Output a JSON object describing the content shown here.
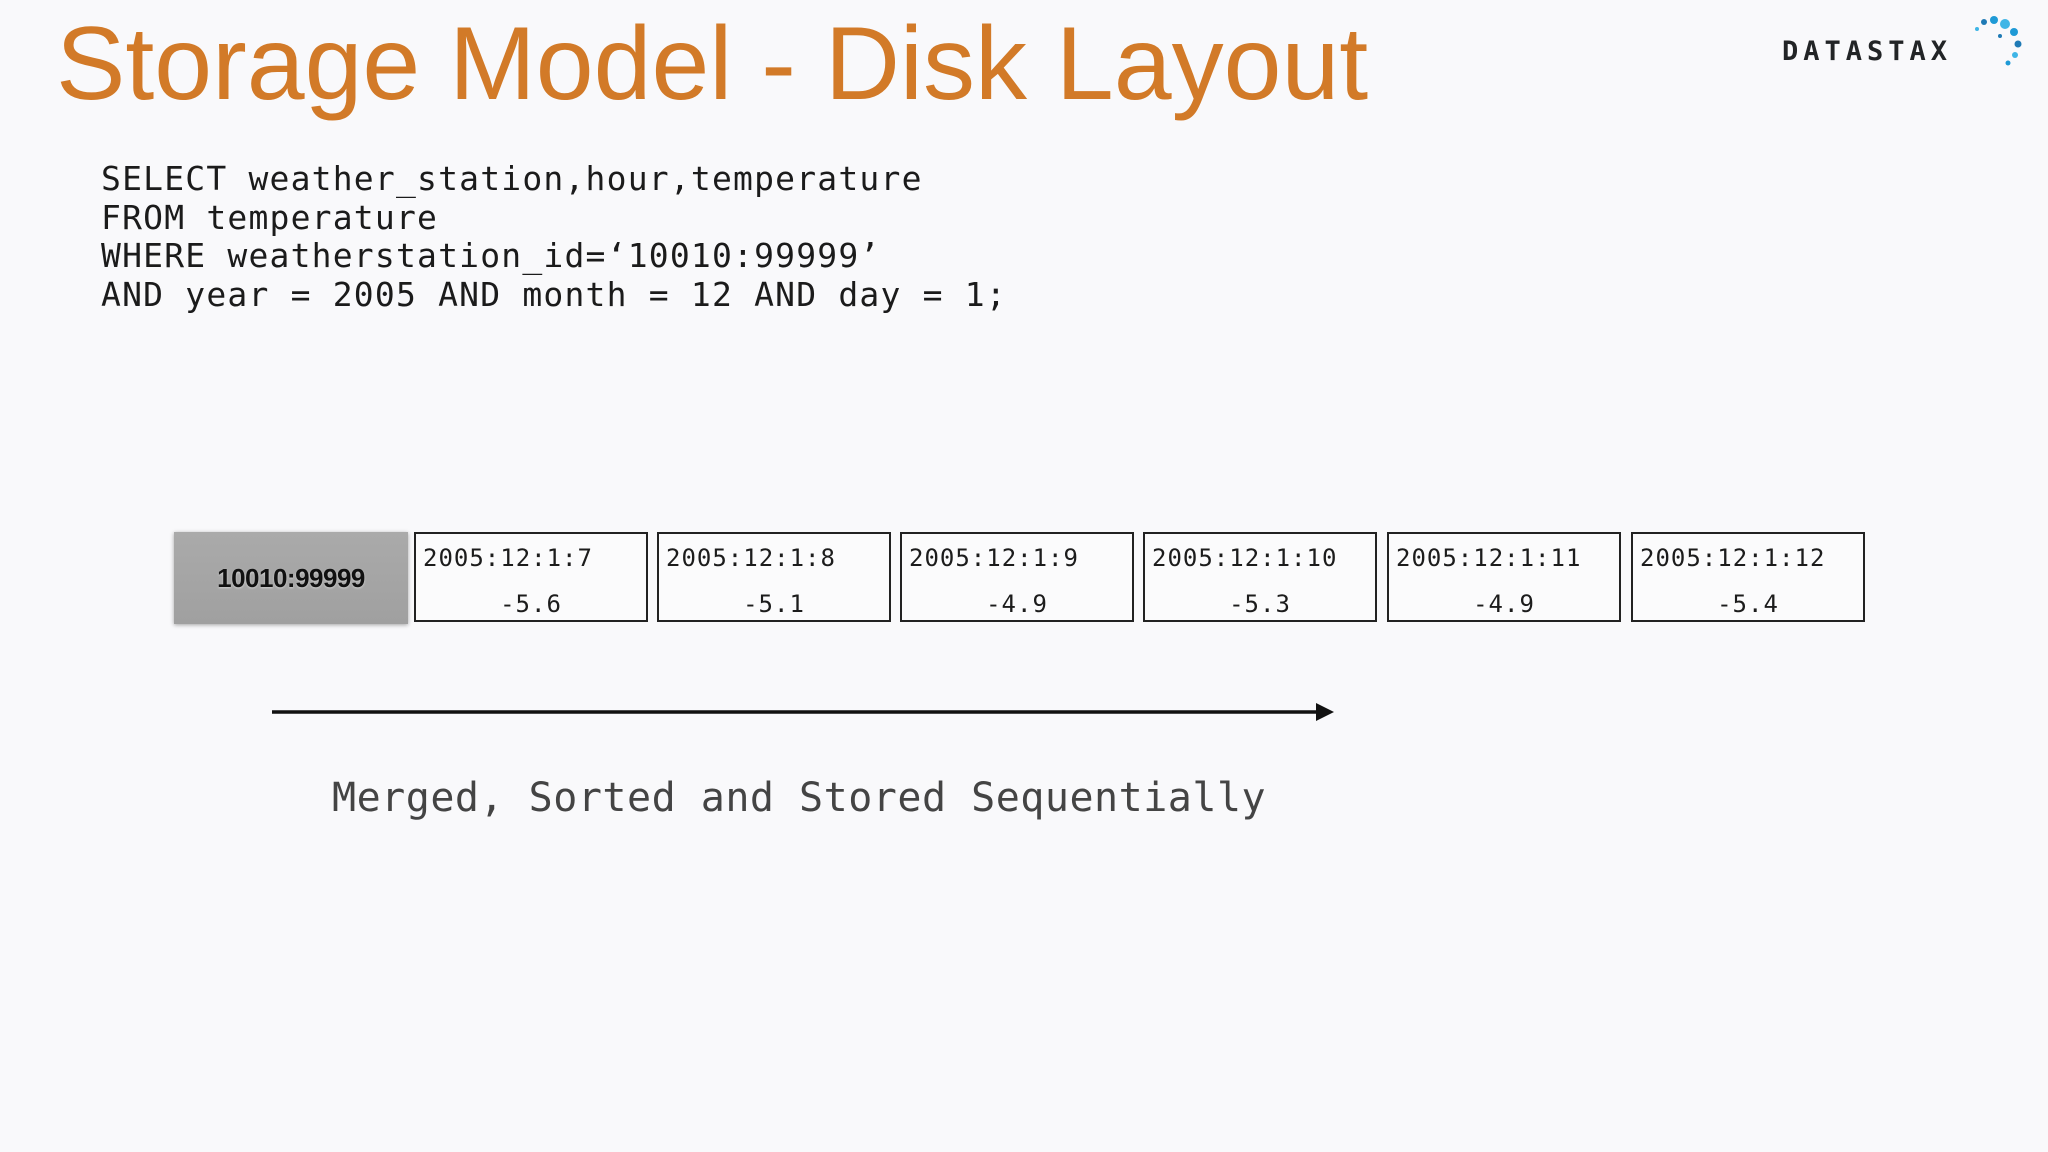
{
  "slide": {
    "title": "Storage Model - Disk Layout"
  },
  "logo": {
    "text": "DATASTAX",
    "icon": "datastax-dots-icon",
    "colors": [
      "#1f9ad6",
      "#1f7ab5",
      "#3fb5e6"
    ]
  },
  "query": {
    "lines": [
      "SELECT weather_station,hour,temperature",
      "FROM temperature",
      "WHERE weatherstation_id=‘10010:99999’",
      "AND year = 2005 AND month = 12 AND day = 1;"
    ]
  },
  "partition_key": "10010:99999",
  "cells": [
    {
      "time": "2005:12:1:7",
      "value": "-5.6"
    },
    {
      "time": "2005:12:1:8",
      "value": "-5.1"
    },
    {
      "time": "2005:12:1:9",
      "value": "-4.9"
    },
    {
      "time": "2005:12:1:10",
      "value": "-5.3"
    },
    {
      "time": "2005:12:1:11",
      "value": "-4.9"
    },
    {
      "time": "2005:12:1:12",
      "value": "-5.4"
    }
  ],
  "caption": "Merged, Sorted and Stored Sequentially",
  "colors": {
    "title": "#d27a28",
    "background": "#f9f9fb",
    "partition_key_fill": "#a6a6a6"
  }
}
